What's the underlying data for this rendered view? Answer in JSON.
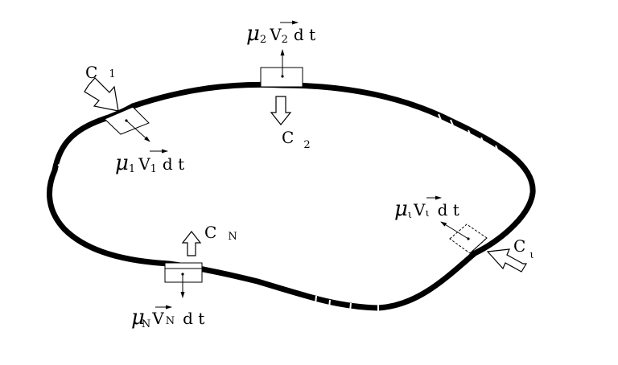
{
  "diagram": {
    "labels": {
      "c1": {
        "main": "C",
        "sub": "1"
      },
      "c2": {
        "main": "C",
        "sub": "2"
      },
      "cn": {
        "main": "C",
        "sub": "N"
      },
      "ci": {
        "main": "C",
        "sub": "ι"
      },
      "m1": {
        "mu": "μ",
        "musub": "1",
        "v": "V",
        "vsub": "1",
        "tail": "d t"
      },
      "m2": {
        "mu": "μ",
        "musub": "2",
        "v": "V",
        "vsub": "2",
        "tail": "d t"
      },
      "mn": {
        "mu": "μ",
        "musub": "N",
        "v": "V",
        "vsub": "N",
        "tail": "d t"
      },
      "mi": {
        "mu": "μ",
        "musub": "ι",
        "v": "V",
        "vsub": "ι",
        "tail": "d t"
      }
    }
  }
}
